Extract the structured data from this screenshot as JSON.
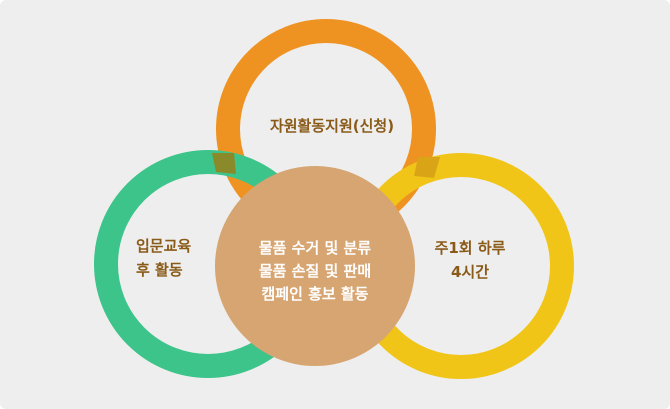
{
  "colors": {
    "background": "#eeeeee",
    "orange_ring": "#ee9322",
    "green_ring": "#3cc48a",
    "yellow_ring": "#f0c518",
    "center_fill": "#d6a571",
    "overlap_dark": "#8a8a2a",
    "label_color": "#8a5a18",
    "center_text_color": "#ffffff"
  },
  "circles": {
    "top": {
      "name": "orange-ring",
      "lines": [
        "자원활동지원(신청)"
      ]
    },
    "left": {
      "name": "green-ring",
      "lines": [
        "입문교육",
        "후 활동"
      ]
    },
    "right": {
      "name": "yellow-ring",
      "lines": [
        "주1회 하루",
        "4시간"
      ]
    },
    "center": {
      "name": "center-circle",
      "lines": [
        "물품 수거 및 분류",
        "물품 손질 및 판매",
        "캠페인 홍보 활동"
      ]
    }
  }
}
